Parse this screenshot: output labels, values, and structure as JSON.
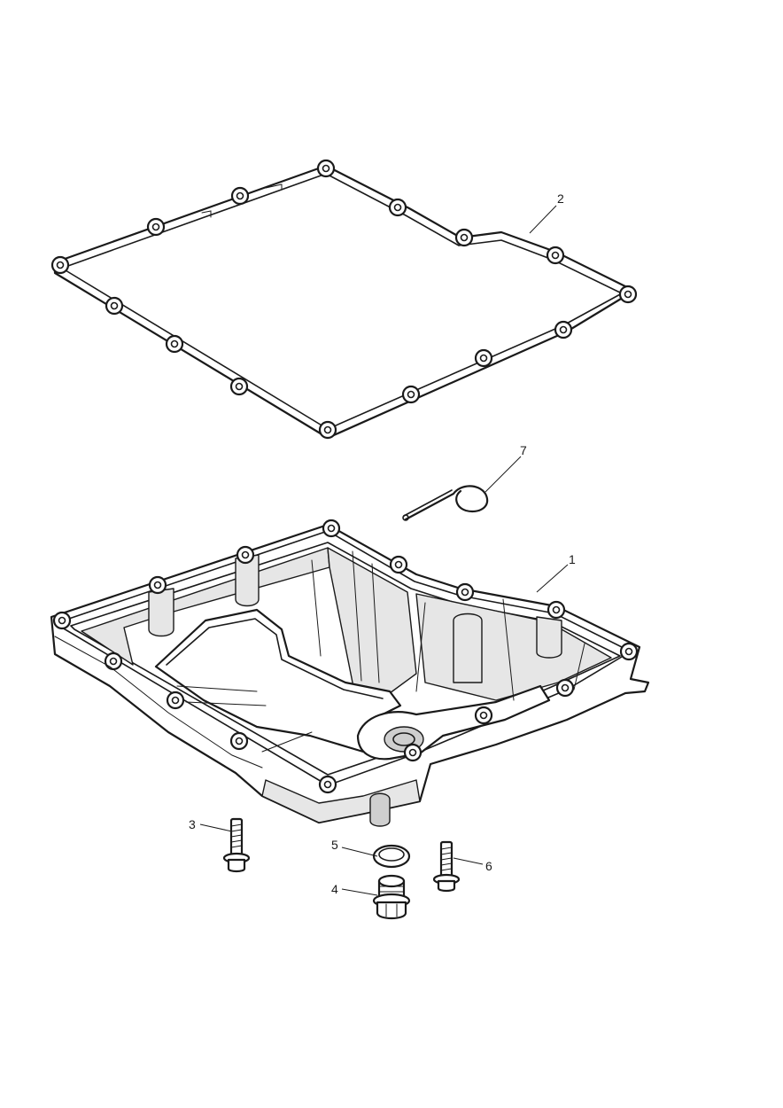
{
  "callouts": {
    "c1": "1",
    "c2": "2",
    "c3": "3",
    "c4": "4",
    "c5": "5",
    "c6": "6",
    "c7": "7"
  },
  "parts": {
    "p1": "oil-pan",
    "p2": "oil-pan-gasket",
    "p3": "bolt",
    "p4": "drain-plug",
    "p5": "sealing-washer",
    "p6": "bolt",
    "p7": "wire-clip"
  }
}
